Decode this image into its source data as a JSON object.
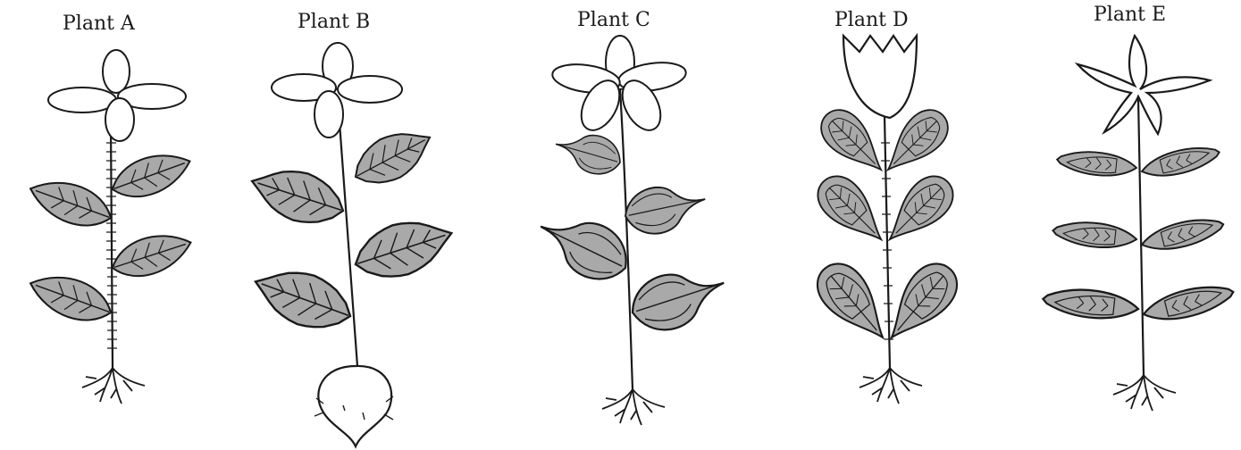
{
  "plants": [
    {
      "id": "a",
      "label": "Plant A"
    },
    {
      "id": "b",
      "label": "Plant B"
    },
    {
      "id": "c",
      "label": "Plant C"
    },
    {
      "id": "d",
      "label": "Plant D"
    },
    {
      "id": "e",
      "label": "Plant E"
    }
  ],
  "colors": {
    "ink": "#1a1a1a",
    "leaf_fill": "#a9a9a9",
    "petal_fill": "#ffffff",
    "background_text": "#dddddd"
  }
}
